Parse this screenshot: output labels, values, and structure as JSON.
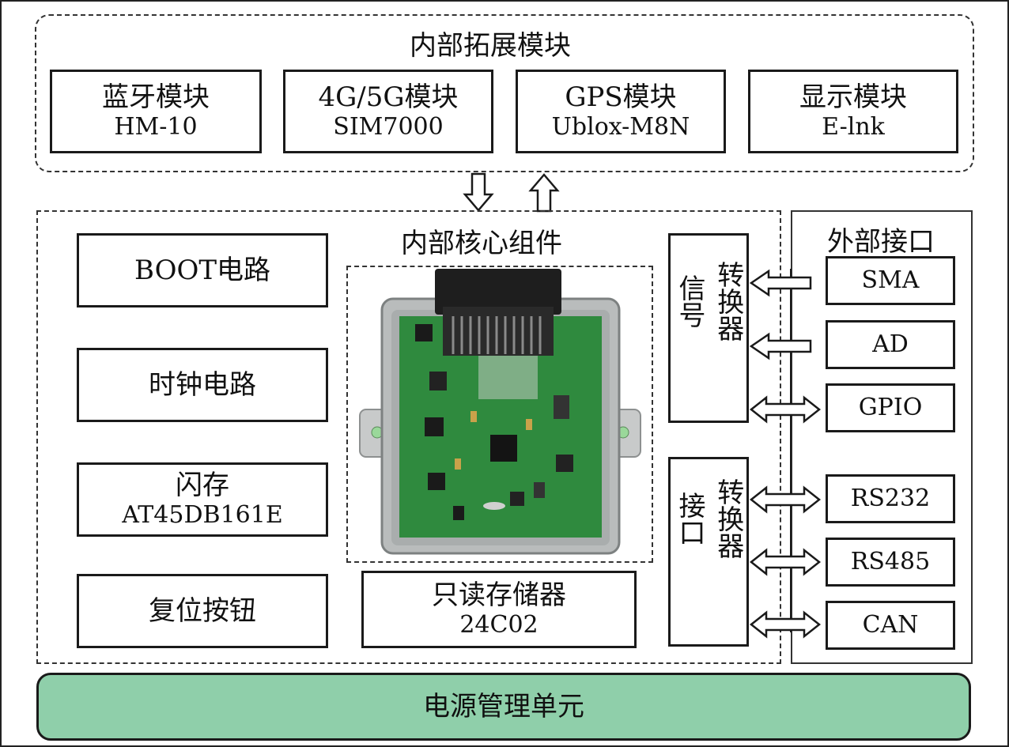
{
  "internal_extension": {
    "title": "内部拓展模块",
    "modules": [
      {
        "name": "蓝牙模块",
        "model": "HM-10"
      },
      {
        "name": "4G/5G模块",
        "model": "SIM7000"
      },
      {
        "name": "GPS模块",
        "model": "Ublox-M8N"
      },
      {
        "name": "显示模块",
        "model": "E-lnk"
      }
    ]
  },
  "core": {
    "title": "内部核心组件",
    "boot": "BOOT电路",
    "clock": "时钟电路",
    "flash": {
      "name": "闪存",
      "model": "AT45DB161E"
    },
    "reset": "复位按钮",
    "rom": {
      "name": "只读存储器",
      "model": "24C02"
    },
    "pcb_icon": "ecu-circuit-board-photo"
  },
  "converters": {
    "signal": {
      "line1": "信号",
      "line2": "转换器"
    },
    "interface": {
      "line1": "接口",
      "line2": "转换器"
    }
  },
  "external": {
    "title": "外部接口",
    "ports": [
      "SMA",
      "AD",
      "GPIO",
      "RS232",
      "RS485",
      "CAN"
    ]
  },
  "power": {
    "label": "电源管理单元",
    "color": "#8fcfaa"
  },
  "colors": {
    "line": "#1a1a1a",
    "pcb_green": "#2f8a3e",
    "housing": "#b9bcbc"
  }
}
